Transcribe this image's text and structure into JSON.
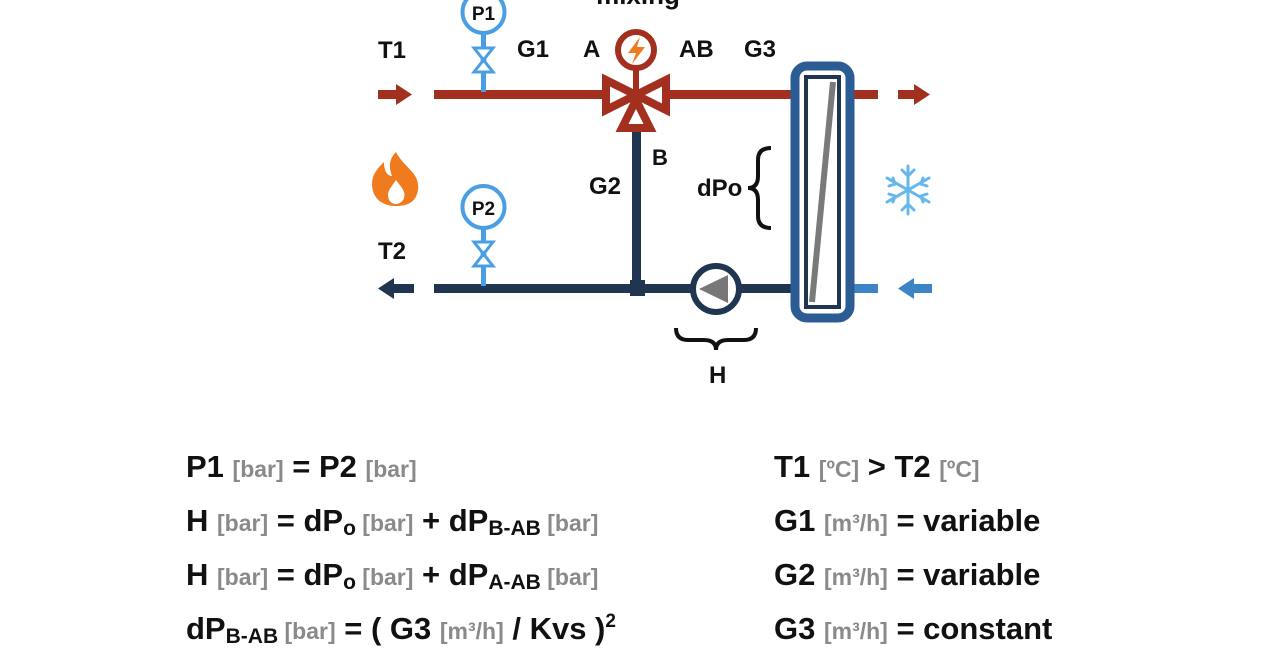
{
  "diagram": {
    "title": "mixing",
    "labels": {
      "t1": "T1",
      "t2": "T2",
      "g1": "G1",
      "g2": "G2",
      "g3": "G3",
      "a": "A",
      "ab": "AB",
      "b": "B",
      "dpo": "dPo",
      "h": "H",
      "p1": "P1",
      "p2": "P2"
    },
    "icons": [
      "flame-icon",
      "snowflake-icon",
      "actuator-bolt-icon",
      "pump-icon",
      "heat-exchanger-icon",
      "pressure-gauge-icon",
      "valve-icon",
      "arrow-icon"
    ],
    "colors": {
      "supply_pipe": "#a3301f",
      "return_pipe": "#1f3550",
      "exchanger": "#2c5c94",
      "gauge": "#4a9fe4",
      "cold_arrow": "#3d84c6",
      "flame": "#f07a1e",
      "snowflake": "#66b8ec"
    }
  },
  "formulas": {
    "left": [
      {
        "p1": "P1",
        "u1": "[bar]",
        "eq": " = P2 ",
        "u2": "[bar]"
      },
      {
        "a": "H ",
        "u1": "[bar]",
        "b": " = dP",
        "sub1": "o",
        "u2": " [bar]",
        "c": "  + dP",
        "sub2": "B-AB",
        "u3": " [bar]"
      },
      {
        "a": "H ",
        "u1": "[bar]",
        "b": " = dP",
        "sub1": "o",
        "u2": " [bar]",
        "c": "  + dP",
        "sub2": "A-AB",
        "u3": " [bar]"
      },
      {
        "a": "dP",
        "sub1": "B-AB",
        "u1": " [bar]",
        "b": " = ( G3 ",
        "u2": "[m³/h]",
        "c": " / Kvs )",
        "sup": "2"
      }
    ],
    "right": [
      {
        "a": "T1 ",
        "u1": "[ºC]",
        "b": " > T2 ",
        "u2": "[ºC]"
      },
      {
        "a": "G1 ",
        "u1": "[m³/h]",
        "b": " = variable"
      },
      {
        "a": "G2 ",
        "u1": "[m³/h]",
        "b": " = variable"
      },
      {
        "a": "G3 ",
        "u1": "[m³/h]",
        "b": " = constant"
      }
    ]
  }
}
